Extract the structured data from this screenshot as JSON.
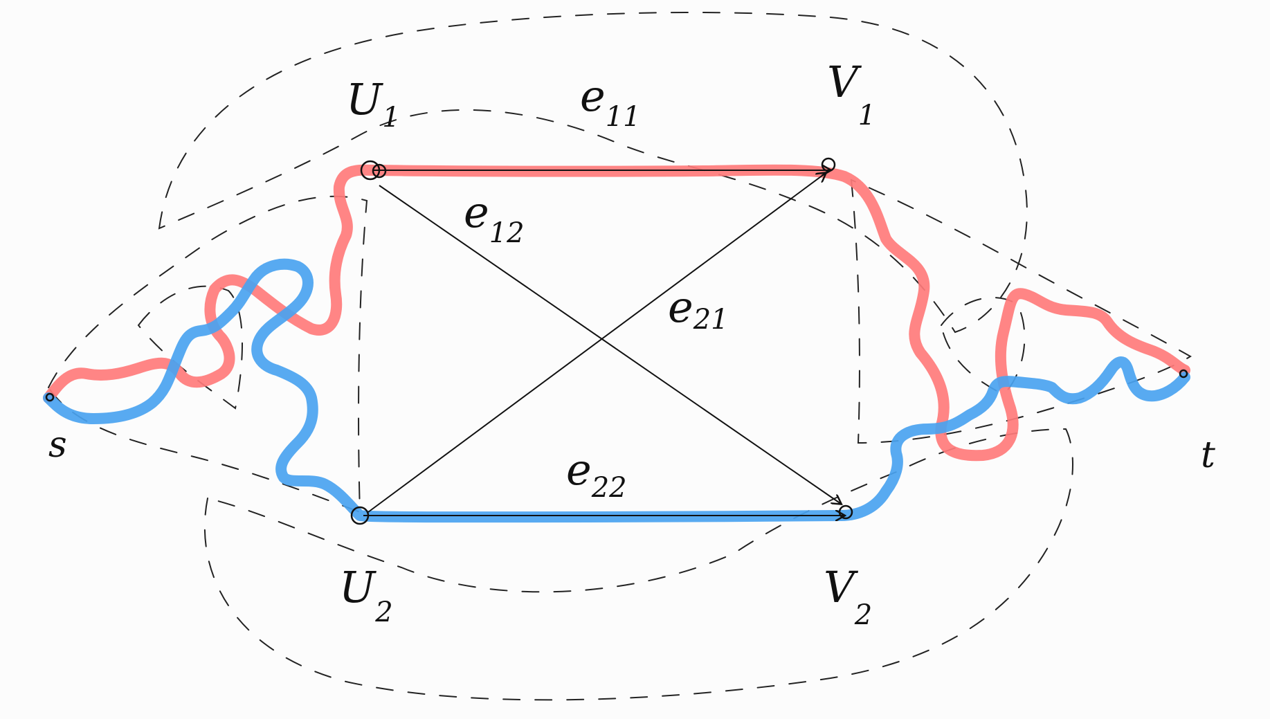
{
  "colors": {
    "red_path": "#ff7b7b",
    "blue_path": "#4aa3f0",
    "ink": "#111111",
    "background": "#fcfcfc"
  },
  "nodes": {
    "s": {
      "label": "s"
    },
    "t": {
      "label": "t"
    },
    "u1": {
      "main": "U",
      "sub": "1"
    },
    "u2": {
      "main": "U",
      "sub": "2"
    },
    "v1": {
      "main": "V",
      "sub": "1"
    },
    "v2": {
      "main": "V",
      "sub": "2"
    }
  },
  "edges": {
    "e11": {
      "main": "e",
      "sub": "11"
    },
    "e12": {
      "main": "e",
      "sub": "12"
    },
    "e21": {
      "main": "e",
      "sub": "21"
    },
    "e22": {
      "main": "e",
      "sub": "22"
    }
  }
}
